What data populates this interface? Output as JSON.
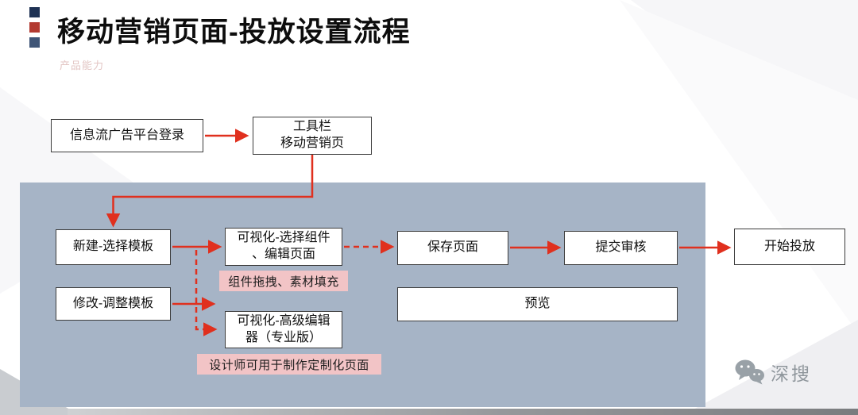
{
  "slide": {
    "title": "移动营销页面-投放设置流程",
    "subtitle": "产品能力",
    "watermark": "深搜"
  },
  "nodes": {
    "login": "信息流广告平台登录",
    "toolbar": {
      "line1": "工具栏",
      "line2": "移动营销页"
    },
    "create": "新建-选择模板",
    "modify": "修改-调整模板",
    "visual_edit": {
      "line1": "可视化-选择组件",
      "line2": "、编辑页面"
    },
    "advanced_edit": {
      "line1": "可视化-高级编辑",
      "line2": "器（专业版）"
    },
    "save": "保存页面",
    "preview": "预览",
    "submit": "提交审核",
    "start": "开始投放"
  },
  "annotations": {
    "drag": "组件拖拽、素材填充",
    "designer": "设计师可用于制作定制化页面"
  },
  "colors": {
    "arrow_red": "#e0301e",
    "panel_blue_gray": "#a6b4c6",
    "annotation_pink": "#f2c4c6",
    "bullet_navy": "#1e3254",
    "bullet_red": "#b23a31"
  }
}
